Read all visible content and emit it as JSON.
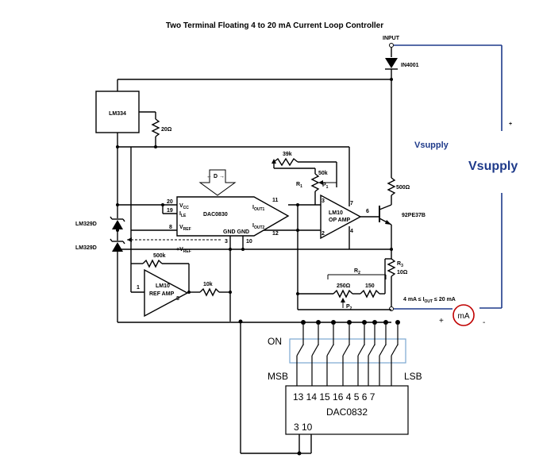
{
  "title": "Two Terminal Floating 4 to 20 mA Current Loop Controller",
  "input_label": "INPUT",
  "diode_label": "IN4001",
  "lm334": "LM334",
  "r20": "20Ω",
  "r39k": "39k",
  "r50k": "50k",
  "r1": "R",
  "r1_sub": "1",
  "p1": "P",
  "p1_sub": "1",
  "r500": "500Ω",
  "transistor": "92PE37B",
  "dac0830": "DAC0830",
  "lm10_op_l1": "LM10",
  "lm10_op_l2": "OP AMP",
  "lm10_ref_l1": "LM10",
  "lm10_ref_l2": "REF AMP",
  "lm329d_a": "LM329D",
  "lm329d_b": "LM329D",
  "r500k": "500k",
  "r10k": "10k",
  "vref": "+V",
  "vref_sub": "REF",
  "r2": "R",
  "r2_sub": "2",
  "r250": "250Ω",
  "r150": "150",
  "p2": "P",
  "p2_sub": "2",
  "r3": "R",
  "r3_sub": "3",
  "r3_val": "10Ω",
  "iout_range": "4 mA ≤ I",
  "iout_range_sub": "OUT",
  "iout_range_end": " ≤ 20 mA",
  "d_label": "← D →",
  "vcc": "V",
  "vcc_sub": "CC",
  "ile": "I",
  "ile_sub": "LE",
  "vref_pin": "V",
  "vref_pin_sub": "REF",
  "iout1": "I",
  "iout1_sub": "OUT1",
  "iout2": "I",
  "iout2_sub": "OUT2",
  "gnd_pins": "GND  GND",
  "pins": {
    "p20": "20",
    "p19": "19",
    "p8": "8",
    "p11": "11",
    "p12": "12",
    "p3": "3",
    "p10": "10",
    "op3": "3",
    "op2": "2",
    "op7": "7",
    "op6": "6",
    "op4": "4",
    "ref1": "1",
    "ref8": "8"
  },
  "vsupply_small": "Vsupply",
  "vsupply_big": "Vsupply",
  "plus_top": "+",
  "meter": "mA",
  "meter_plus": "+",
  "meter_minus": "-",
  "on_label": "ON",
  "msb": "MSB",
  "lsb": "LSB",
  "dac0832_pins": "13 14 15 16 4 5 6 7",
  "dac0832": "DAC0832",
  "dac0832_bottom_pins": "3 10",
  "colors": {
    "supply_wire": "#1e3a8a",
    "vsupply_text": "#1e3a8a",
    "meter_ring": "#c00000"
  }
}
